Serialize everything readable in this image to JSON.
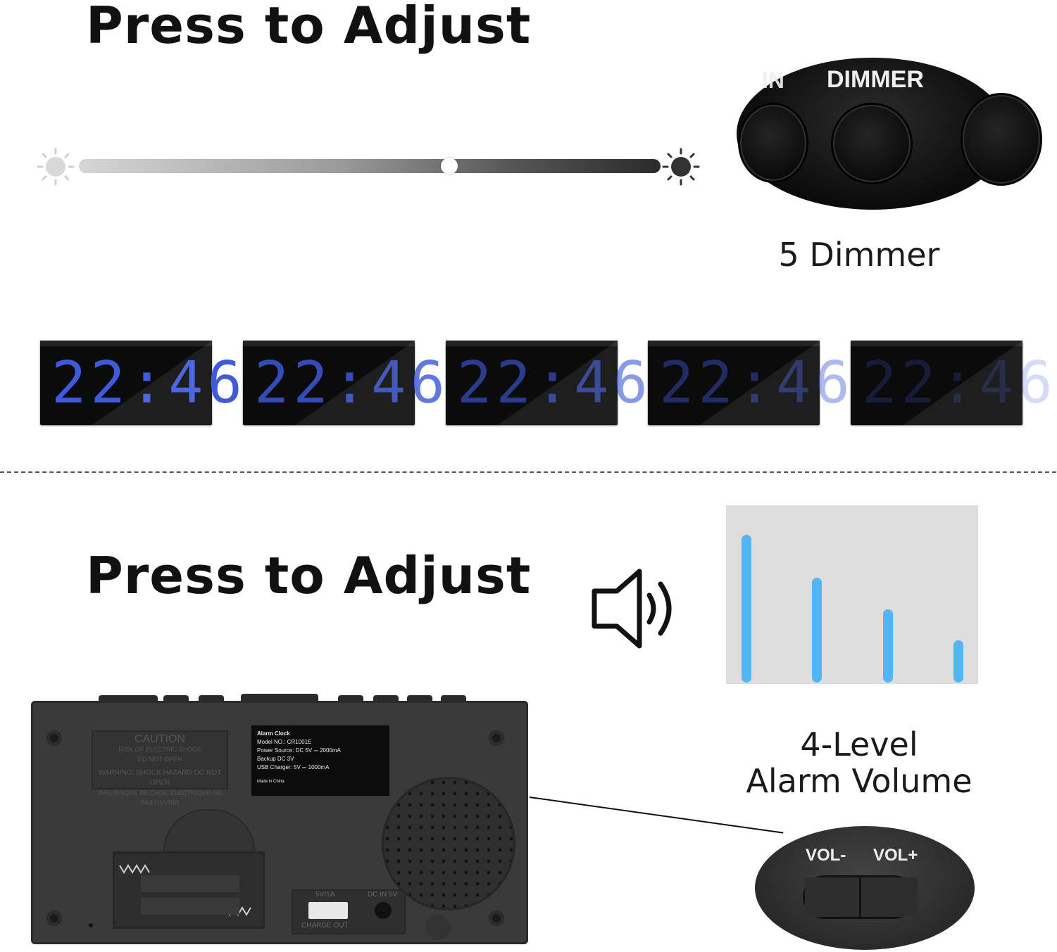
{
  "top_section": {
    "headline": "Press to Adjust",
    "dimmer_button_label": "DIMMER",
    "left_button_label_fragment": "IN",
    "caption": "5 Dimmer",
    "clock_time": "22:46",
    "brightness_levels": [
      1.0,
      0.82,
      0.62,
      0.42,
      0.22
    ]
  },
  "bottom_section": {
    "headline": "Press to Adjust",
    "caption_line1": "4-Level",
    "caption_line2": "Alarm Volume",
    "vol_minus_label": "VOL-",
    "vol_plus_label": "VOL+",
    "volume_levels": [
      4,
      3,
      2,
      1
    ]
  },
  "device_back": {
    "caution_title": "CAUTION",
    "caution_sub1": "RISK OF ELECTRIC SHOCK",
    "caution_sub2": "DO NOT OPEN",
    "caution_warning": "WARNING: SHOCK HAZARD DO NOT OPEN",
    "caution_french": "AVIS:RISQUE DE CHOC ELECTRIQUE-NE PAS OUVRIR",
    "sticker": {
      "line1": "Alarm Clock",
      "line2": "Model NO.: CR1001E",
      "line3": "Power Source: DC 5V ⎓ 2000mA",
      "line4": "Backup DC 3V",
      "line5": "USB Charger: 5V ⎓ 1000mA",
      "line6": "Made in China"
    },
    "port_usb_label": "5V/1A",
    "port_usb_sub": "CHARGE OUT",
    "port_dc_label": "DC IN 5V"
  },
  "colors": {
    "digit_blue": "#3f5bdc",
    "volume_bar_blue": "#55b4f4"
  }
}
